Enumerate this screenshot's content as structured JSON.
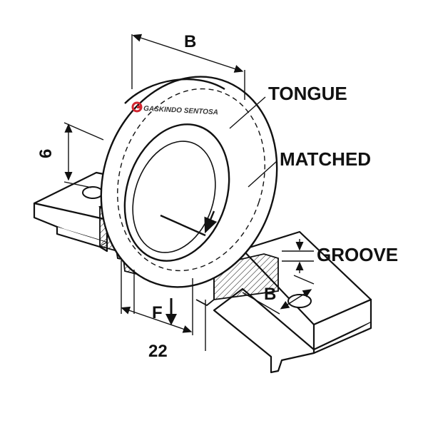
{
  "labels": {
    "dim_top": "B",
    "tongue": "TONGUE",
    "matched": "MATCHED",
    "groove": "GROOVE",
    "dim_right": "B",
    "dim_left": "6",
    "force": "F",
    "dim_bottom": "22"
  },
  "logo": {
    "text": "GASKINDO SENTOSA",
    "color": "#d22630"
  },
  "colors": {
    "line": "#111111",
    "background": "#ffffff"
  }
}
